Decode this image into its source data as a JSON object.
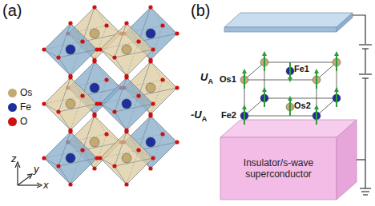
{
  "diagram": {
    "nodes": [
      {
        "text": [
          "Insulator/s-wave superconductor"
        ]
      }
    ],
    "labels": [
      "(a)",
      "(b)",
      "z",
      "y",
      "x",
      "U",
      "A",
      "-U",
      "A",
      "Os1",
      "Fe1",
      "Os2",
      "Fe2"
    ],
    "legend": [
      {
        "text": "Os",
        "color": "#c2ab72"
      },
      {
        "text": "Fe",
        "color": "#1f2f9a"
      },
      {
        "text": "O",
        "color": "#cc1111"
      }
    ]
  }
}
